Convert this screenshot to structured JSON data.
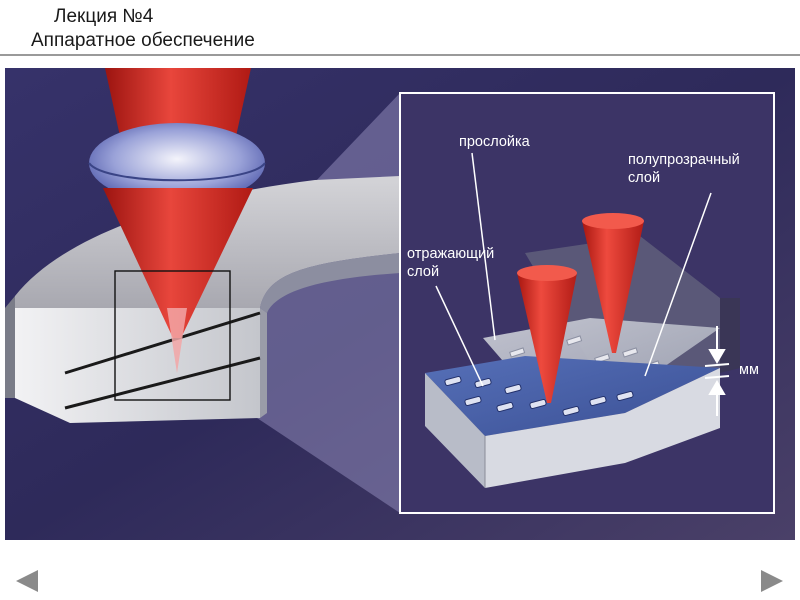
{
  "header": {
    "lecture": "Лекция №4",
    "subtitle": "Аппаратное обеспечение"
  },
  "figure": {
    "labels": {
      "interlayer": "прослойка",
      "semitransparent_line1": "полупрозрачный",
      "semitransparent_line2": "слой",
      "reflective_line1": "отражающий",
      "reflective_line2": "слой",
      "mm": "мм"
    }
  },
  "nav": {
    "prev_icon": "triangle-left",
    "next_icon": "triangle-right"
  },
  "colors": {
    "background_dark": "#2a2650",
    "beam_red": "#d8302a",
    "lens_blue": "#6f7cc4",
    "nav_gray": "#8a8a8a"
  }
}
